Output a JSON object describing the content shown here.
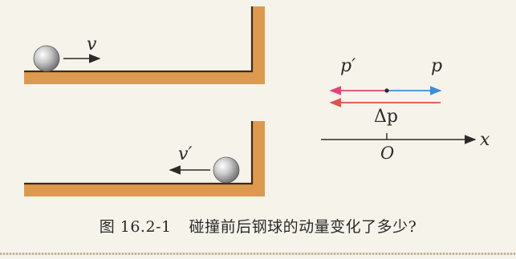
{
  "figure": {
    "top_scene": {
      "velocity_label": "v"
    },
    "bottom_scene": {
      "velocity_label": "v′"
    },
    "vector_diagram": {
      "p_prime_label": "p′",
      "p_label": "p",
      "delta_p_label": "Δp",
      "origin_label": "O",
      "axis_label": "x",
      "colors": {
        "p": "#3a8fd6",
        "p_prime": "#e0447a",
        "delta_p": "#e0524a",
        "axis": "#2a2a2a"
      }
    },
    "colors": {
      "ground_fill": "#dd9a4e",
      "ground_edge": "#3a2a1a"
    }
  },
  "caption": {
    "number": "图 16.2-1",
    "text": "碰撞前后钢球的动量变化了多少?"
  }
}
